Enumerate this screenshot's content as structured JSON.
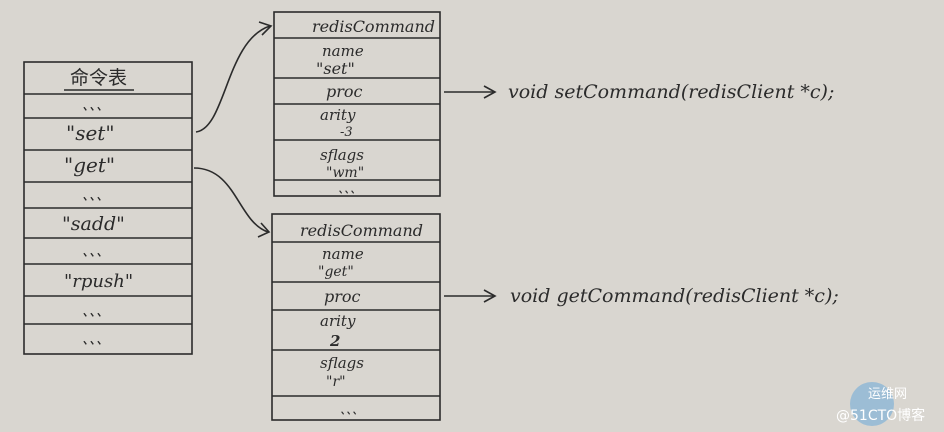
{
  "command_table": {
    "title": "命令表",
    "rows": [
      "、、、",
      "\"set\"",
      "\"get\"",
      "、、、",
      "\"sadd\"",
      "、、、",
      "\"rpush\"",
      "、、、",
      "、、、"
    ]
  },
  "struct_set": {
    "title": "redisCommand",
    "fields": [
      {
        "label": "name",
        "value": "\"set\""
      },
      {
        "label": "proc",
        "value": ""
      },
      {
        "label": "arity",
        "value": "-3"
      },
      {
        "label": "sflags",
        "value": "\"wm\""
      },
      {
        "label": "、、、",
        "value": ""
      }
    ],
    "func": "void  setCommand(redisClient  *c);"
  },
  "struct_get": {
    "title": "redisCommand",
    "fields": [
      {
        "label": "name",
        "value": "\"get\""
      },
      {
        "label": "proc",
        "value": ""
      },
      {
        "label": "arity",
        "value": "2"
      },
      {
        "label": "sflags",
        "value": "\"r\""
      },
      {
        "label": "、、、",
        "value": ""
      }
    ],
    "func": "void  getCommand(redisClient  *c);"
  },
  "watermark": {
    "line1": "运维网",
    "line2": "@51CTO博客"
  }
}
